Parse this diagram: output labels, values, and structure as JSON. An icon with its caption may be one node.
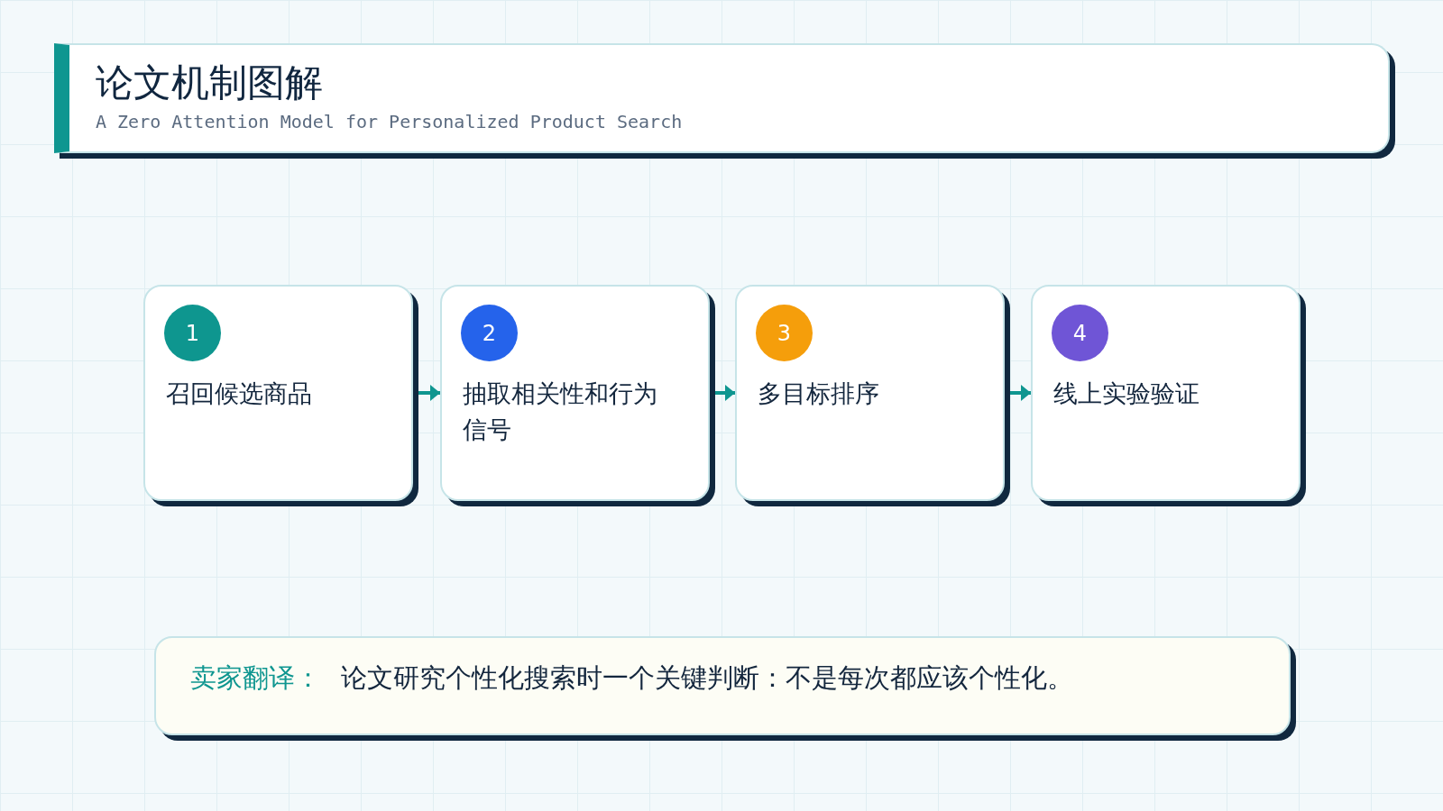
{
  "diagram": {
    "title": "论文机制图解",
    "nodes": [
      {
        "text": [
          "召回候选商品"
        ]
      },
      {
        "text": [
          "1"
        ],
        "in": 0
      },
      {
        "text": [
          "抽取相关性和行为信号"
        ]
      },
      {
        "text": [
          "2"
        ],
        "in": 2
      },
      {
        "text": [
          "多目标排序"
        ]
      },
      {
        "text": [
          "3"
        ],
        "in": 4
      },
      {
        "text": [
          "线上实验验证"
        ]
      },
      {
        "text": [
          "4"
        ],
        "in": 6
      },
      {
        "text": [
          "卖家翻译：",
          "论文研究个性化搜索时一个关键判断：不是每次都应该个性化。"
        ]
      }
    ],
    "edges": [
      {
        "from": 0,
        "to": 2,
        "arrow": "to"
      },
      {
        "from": 2,
        "to": 4,
        "arrow": "to"
      },
      {
        "from": 4,
        "to": 6,
        "arrow": "to"
      }
    ],
    "labels": [
      "A Zero Attention Model for Personalized Product Search"
    ]
  }
}
